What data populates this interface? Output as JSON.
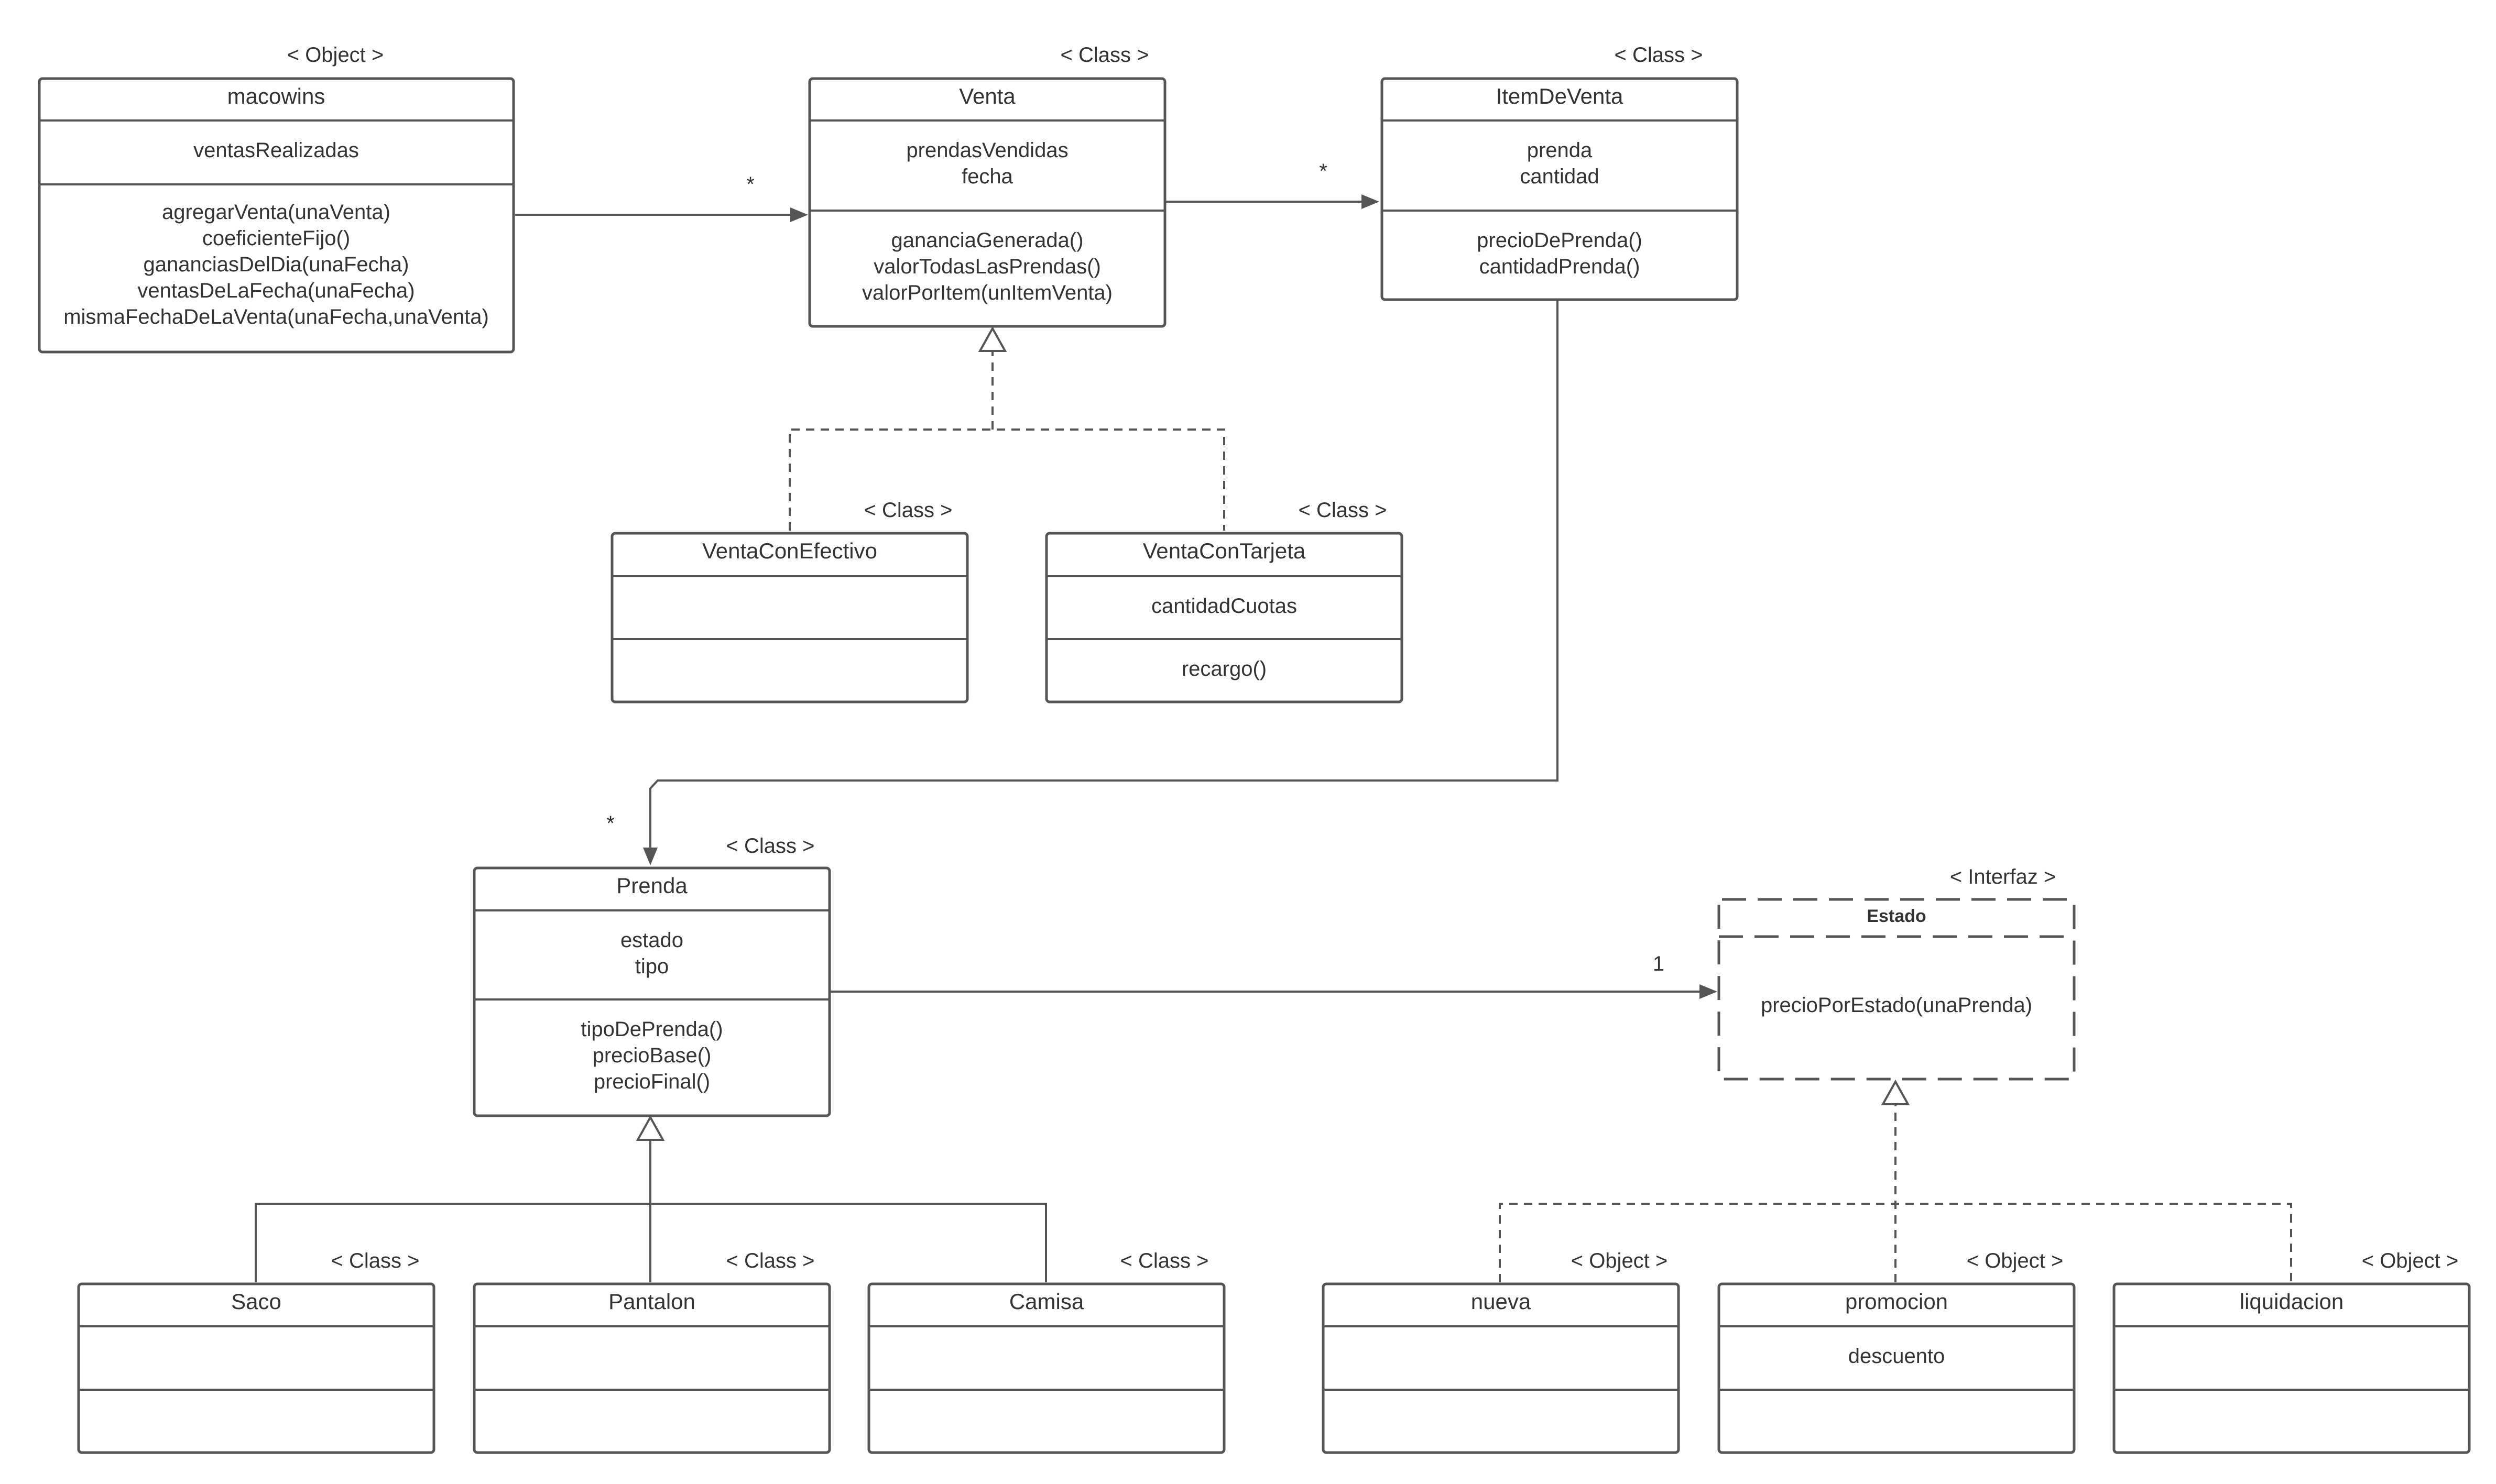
{
  "colors": {
    "stroke": "#555555",
    "text": "#333333",
    "background": "#ffffff"
  },
  "classes": {
    "macowins": {
      "stereotype": "< Object >",
      "name": "macowins",
      "attributes": [
        "ventasRealizadas"
      ],
      "methods": [
        "agregarVenta(unaVenta)",
        "coeficienteFijo()",
        "gananciasDelDia(unaFecha)",
        "ventasDeLaFecha(unaFecha)",
        "mismaFechaDeLaVenta(unaFecha,unaVenta)"
      ]
    },
    "venta": {
      "stereotype": "< Class >",
      "name": "Venta",
      "attributes": [
        "prendasVendidas",
        "fecha"
      ],
      "methods": [
        "gananciaGenerada()",
        "valorTodasLasPrendas()",
        "valorPorItem(unItemVenta)"
      ]
    },
    "itemDeVenta": {
      "stereotype": "< Class >",
      "name": "ItemDeVenta",
      "attributes": [
        "prenda",
        "cantidad"
      ],
      "methods": [
        "precioDePrenda()",
        "cantidadPrenda()"
      ]
    },
    "ventaConEfectivo": {
      "stereotype": "< Class >",
      "name": "VentaConEfectivo",
      "attributes": [],
      "methods": []
    },
    "ventaConTarjeta": {
      "stereotype": "< Class >",
      "name": "VentaConTarjeta",
      "attributes": [
        "cantidadCuotas"
      ],
      "methods": [
        "recargo()"
      ]
    },
    "prenda": {
      "stereotype": "< Class >",
      "name": "Prenda",
      "attributes": [
        "estado",
        "tipo"
      ],
      "methods": [
        "tipoDePrenda()",
        "precioBase()",
        "precioFinal()"
      ]
    },
    "estado": {
      "stereotype": "< Interfaz >",
      "name": "Estado",
      "methods": [
        "precioPorEstado(unaPrenda)"
      ]
    },
    "saco": {
      "stereotype": "< Class >",
      "name": "Saco",
      "attributes": [],
      "methods": []
    },
    "pantalon": {
      "stereotype": "< Class >",
      "name": "Pantalon",
      "attributes": [],
      "methods": []
    },
    "camisa": {
      "stereotype": "< Class >",
      "name": "Camisa",
      "attributes": [],
      "methods": []
    },
    "nueva": {
      "stereotype": "< Object >",
      "name": "nueva",
      "attributes": [],
      "methods": []
    },
    "promocion": {
      "stereotype": "< Object >",
      "name": "promocion",
      "attributes": [
        "descuento"
      ],
      "methods": []
    },
    "liquidacion": {
      "stereotype": "< Object >",
      "name": "liquidacion",
      "attributes": [],
      "methods": []
    }
  },
  "multiplicities": {
    "macowins_venta": "*",
    "venta_item": "*",
    "item_prenda": "*",
    "prenda_estado": "1"
  }
}
